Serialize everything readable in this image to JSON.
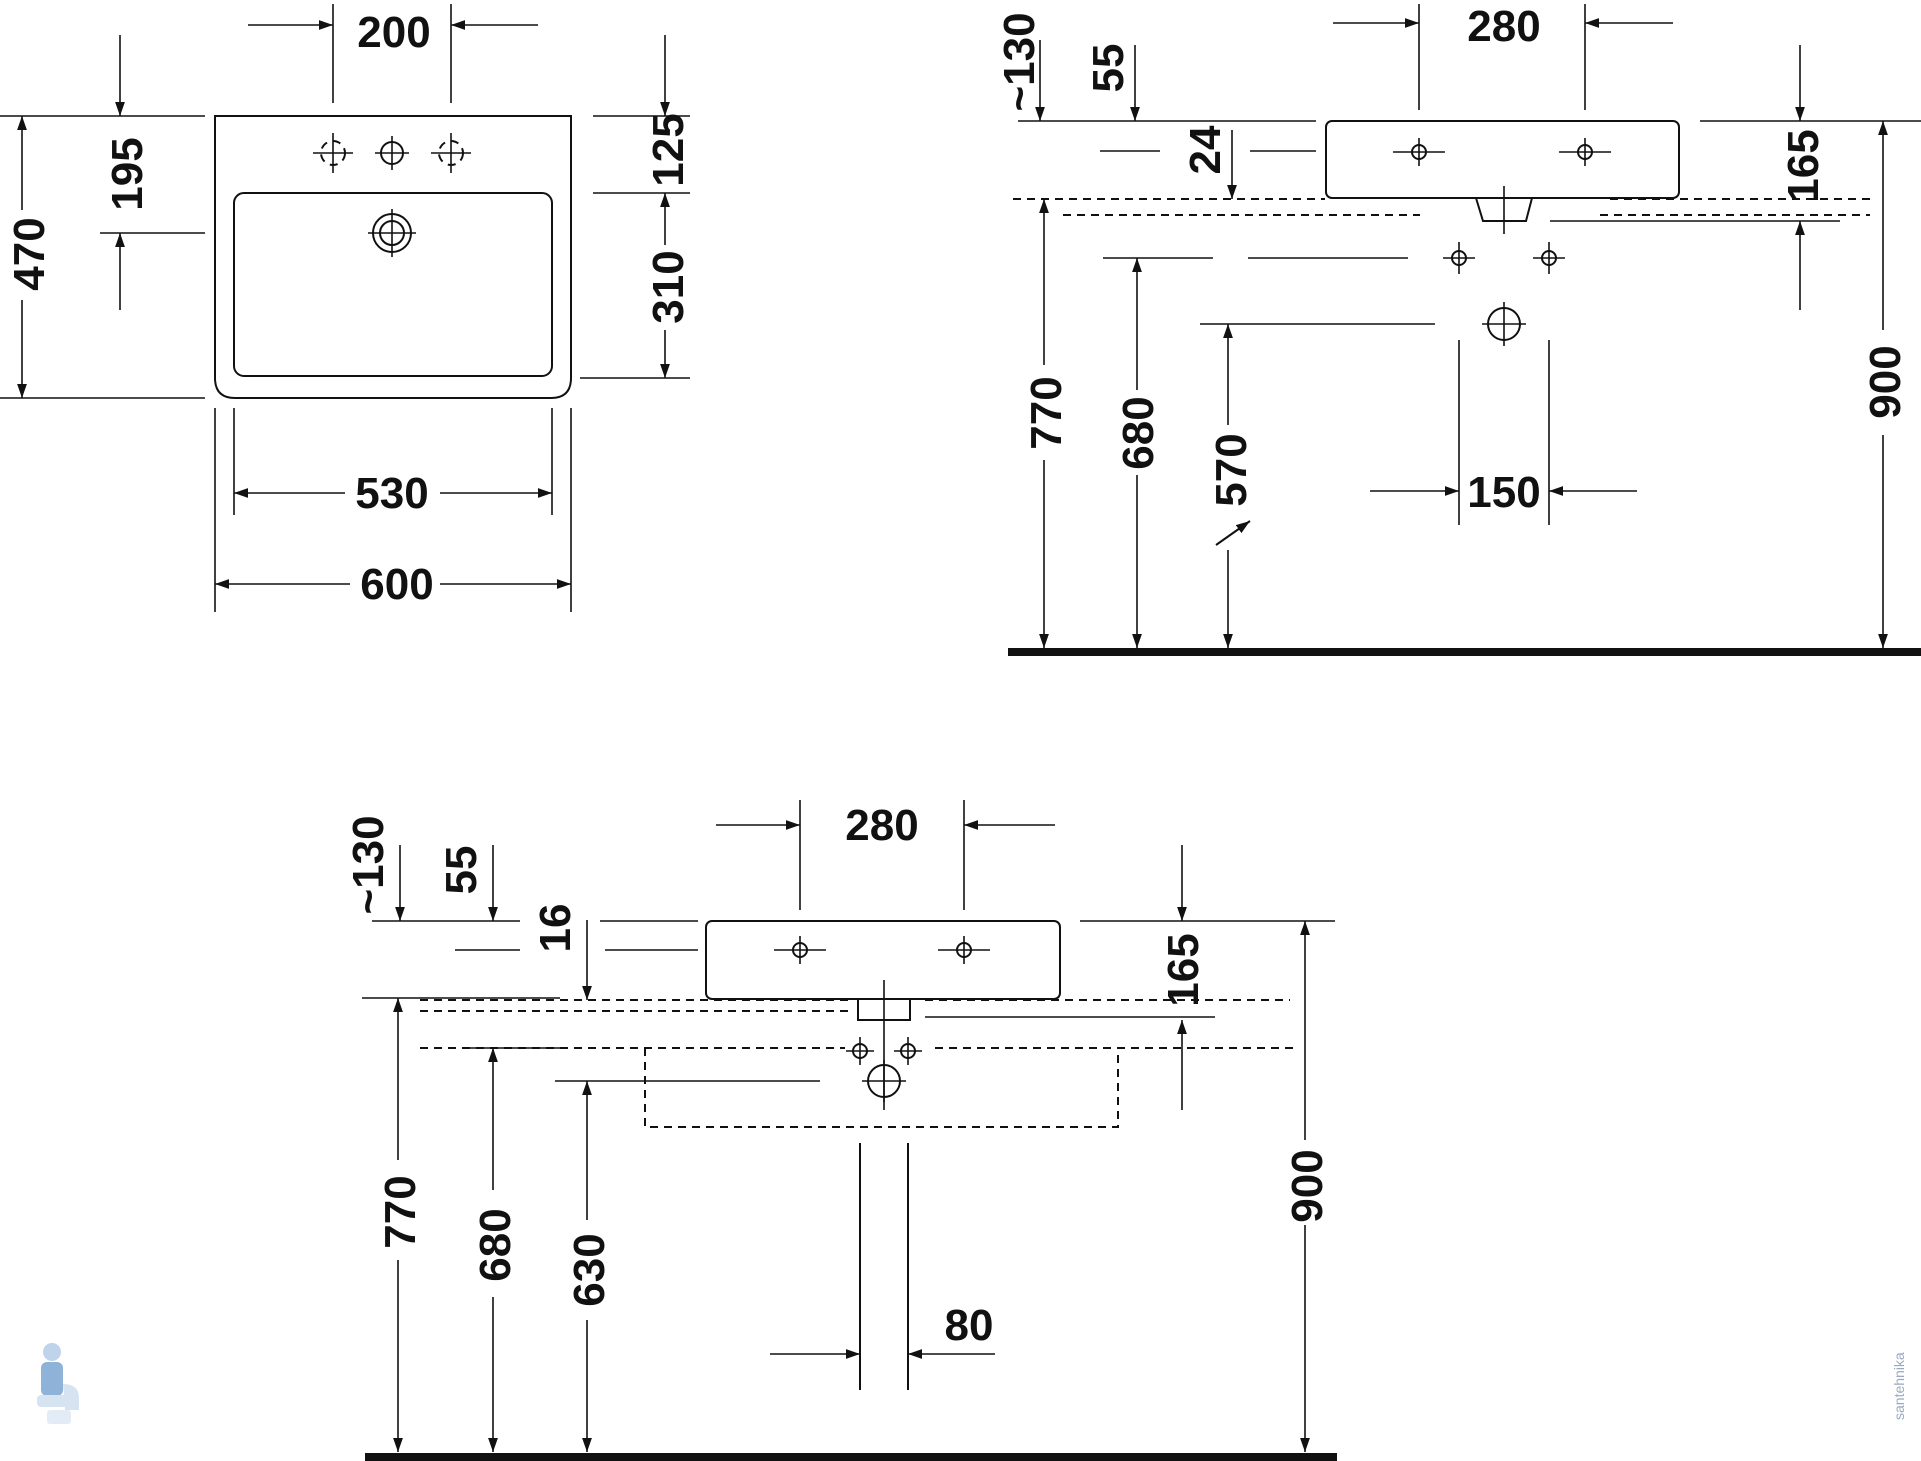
{
  "colors": {
    "line": "#111111",
    "background": "#ffffff",
    "watermark": "#9aa8c0"
  },
  "top_view": {
    "tap_spacing": "200",
    "tap_to_bowl": "195",
    "total_depth": "470",
    "rim_depth": "125",
    "bowl_depth": "310",
    "bowl_width": "530",
    "total_width": "600"
  },
  "side_view_1": {
    "overflow_gap": "~130",
    "rim_offset": "55",
    "top_offset": "24",
    "tap_spacing": "280",
    "basin_height": "165",
    "height_770": "770",
    "height_680": "680",
    "height_570": "570",
    "waste_spacing": "150",
    "height_900": "900"
  },
  "side_view_2": {
    "overflow_gap": "~130",
    "rim_offset": "55",
    "top_offset": "16",
    "tap_spacing": "280",
    "basin_height": "165",
    "height_770": "770",
    "height_680": "680",
    "height_630": "630",
    "pipe_width": "80",
    "height_900": "900"
  },
  "watermark": {
    "text": "santehnika"
  }
}
